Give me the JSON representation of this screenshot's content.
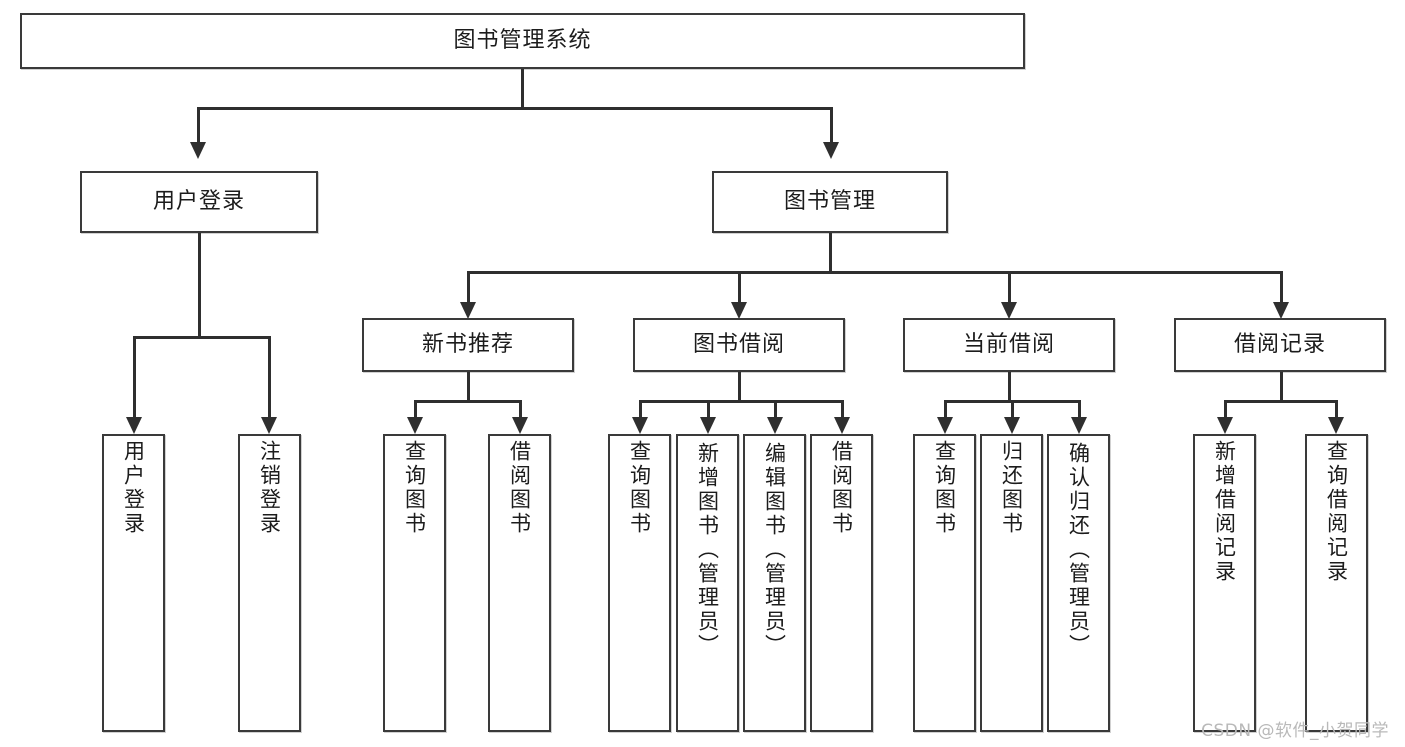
{
  "diagram": {
    "kind": "tree-hierarchy-chart",
    "root": {
      "label": "图书管理系统"
    },
    "level1": [
      {
        "label": "用户登录"
      },
      {
        "label": "图书管理"
      }
    ],
    "level2": [
      {
        "label": "新书推荐"
      },
      {
        "label": "图书借阅"
      },
      {
        "label": "当前借阅"
      },
      {
        "label": "借阅记录"
      }
    ],
    "leaves": {
      "user_login": [
        {
          "label": "用户登录"
        },
        {
          "label": "注销登录"
        }
      ],
      "new_book_recommend": [
        {
          "label": "查询图书"
        },
        {
          "label": "借阅图书"
        }
      ],
      "book_borrow": [
        {
          "label": "查询图书"
        },
        {
          "label": "新增图书（管理员）"
        },
        {
          "label": "编辑图书（管理员）"
        },
        {
          "label": "借阅图书"
        }
      ],
      "current_borrow": [
        {
          "label": "查询图书"
        },
        {
          "label": "归还图书"
        },
        {
          "label": "确认归还（管理员）"
        }
      ],
      "borrow_record": [
        {
          "label": "新增借阅记录"
        },
        {
          "label": "查询借阅记录"
        }
      ]
    }
  },
  "watermark": {
    "text": "CSDN @软件_小贺同学"
  },
  "colors": {
    "box_border": "#3a3a3a",
    "connector": "#2f2f2f",
    "text": "#1c1c1c",
    "background": "#ffffff",
    "watermark": "#b9b9b9"
  }
}
